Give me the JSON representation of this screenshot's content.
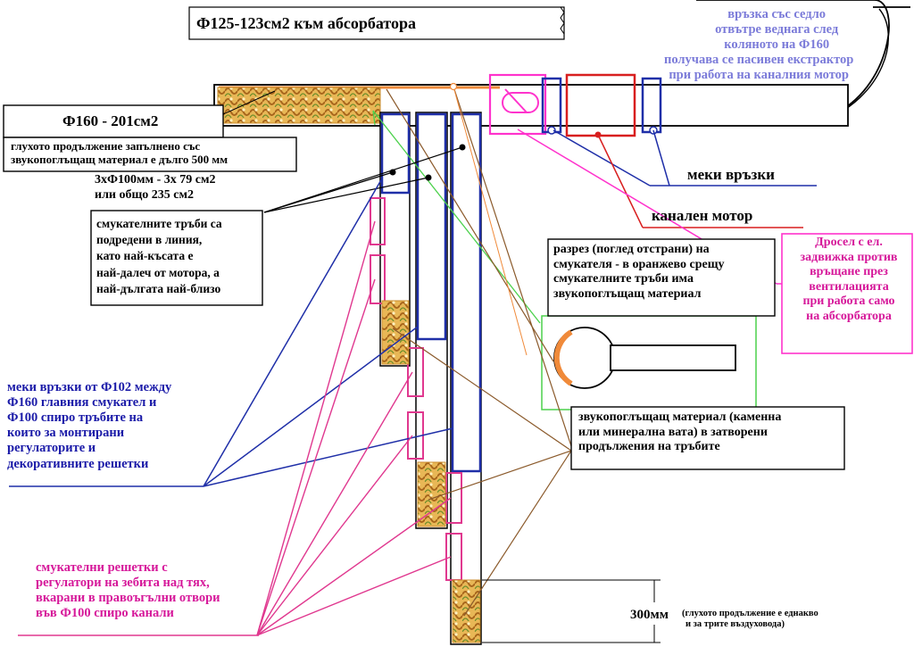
{
  "labels": {
    "top_title": "Ф125-123см2 към абсорбатора",
    "saddle_note": [
      "връзка със седло",
      "отвътре веднага след",
      "коляното на Ф160",
      "получава се пасивен екстрактор",
      "при работа на каналния мотор"
    ],
    "main_pipe": "Ф160 - 201см2",
    "blind_ext": [
      "глухото продължение запълнено със",
      "звукопоглъщащ материал е дълго 500 мм"
    ],
    "pipes_3x": [
      "3хФ100мм - 3х   79   см2",
      "или общо   235   см2"
    ],
    "pipes_arrangement": [
      "смукателните тръби са",
      "подредени в линия,",
      "като най-късата е",
      "най-далеч от мотора, а",
      "най-дългата най-близо"
    ],
    "soft_conn": "меки връзки",
    "duct_motor": "канален мотор",
    "throttle": [
      "Дросел с ел.",
      "задвижка против",
      "връщане през",
      "вентилацията",
      "при работа само",
      "на абсорбатора"
    ],
    "section": [
      "разрез (поглед отстрани) на",
      "смукателя - в оранжево срещу",
      "смукателните тръби има",
      "звукопоглъщащ материал"
    ],
    "absorb_material": [
      "звукопоглъщащ материал (каменна",
      "или минерална вата) в затворени",
      "продължения на тръбите"
    ],
    "soft_conn_f102": [
      "меки връзки от Ф102 между",
      "Ф160 главния смукател и",
      "Ф100 спиро тръбите на",
      "които за монтирани",
      "регулаторите и",
      "декоративните решетки"
    ],
    "grilles": [
      "смукателни решетки с",
      "регулатори на зебита над тях,",
      "вкарани в правоъгълни отвори",
      "във Ф100 спиро канали"
    ],
    "dim_value": "300мм",
    "dim_note": [
      "(глухото продължение е еднакво",
      "и за трите въздуховода)"
    ]
  },
  "colors": {
    "blue_text": "#1a1aa8",
    "lavender_text": "#7b7bd9",
    "magenta_text": "#d6189a",
    "magenta_line": "#ff33cc",
    "pink_line": "#e0388f",
    "blue_line": "#1f2fa8",
    "green_line": "#4cd14c",
    "red_line": "#d81f1f",
    "brown_line": "#8b5a2b",
    "orange": "#f08a3a",
    "fill_gold": "#d9a43a"
  },
  "icons": [
    "sound-absorbing-material-icon",
    "blind-extension-icon",
    "grille-icon"
  ]
}
